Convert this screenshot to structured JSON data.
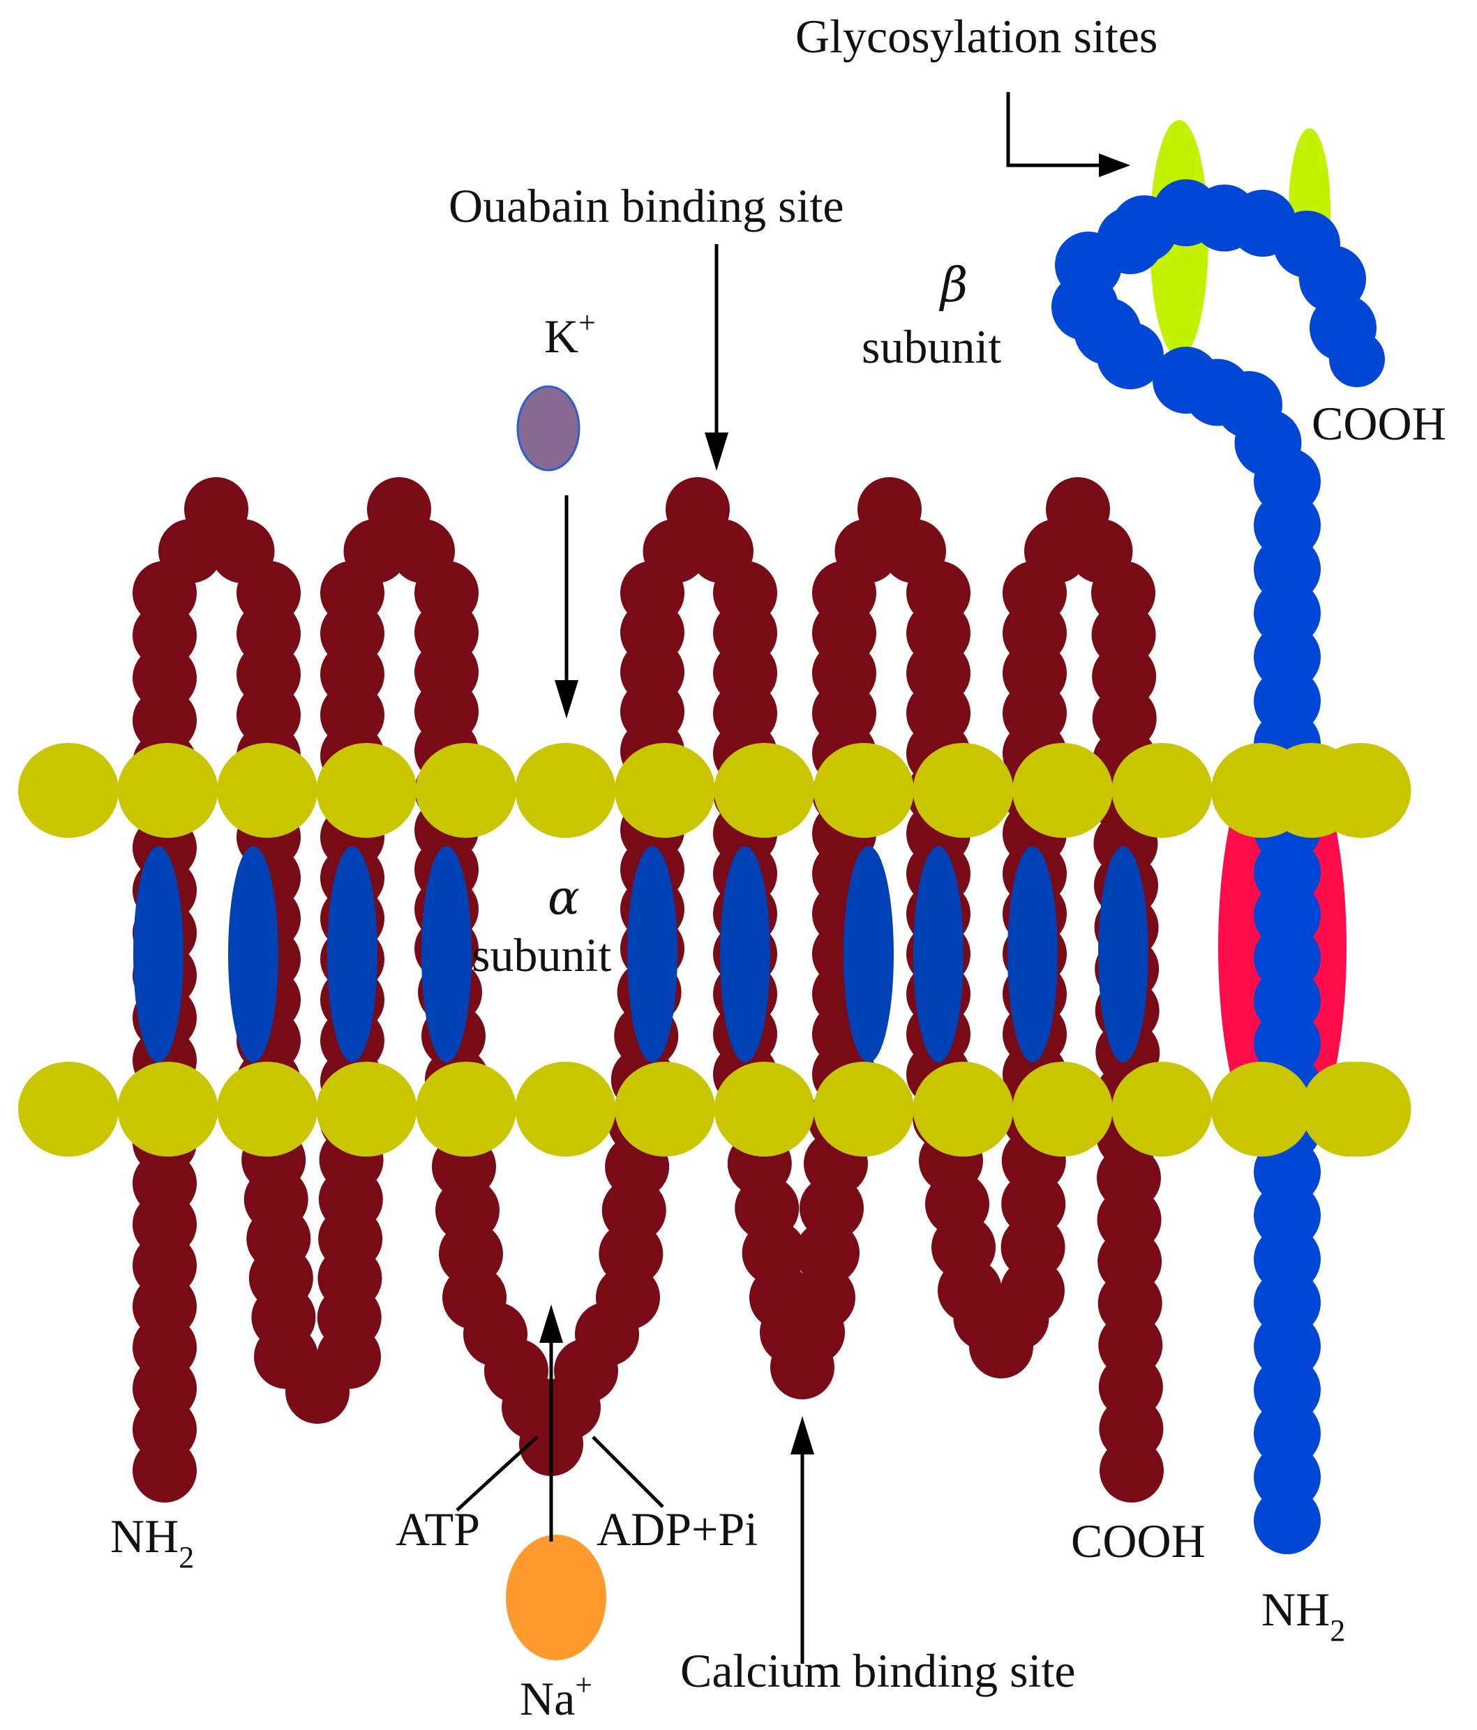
{
  "labels": {
    "glycosylation": "Glycosylation sites",
    "ouabain": "Ouabain binding site",
    "k_ion": "K",
    "k_charge": "+",
    "beta_symbol": "β",
    "beta_word": "subunit",
    "alpha_symbol": "α",
    "alpha_word": "subunit",
    "cooh_beta": "COOH",
    "cooh_alpha": "COOH",
    "nh2_left": "NH",
    "nh2_left_sub": "2",
    "nh2_right": "NH",
    "nh2_right_sub": "2",
    "atp": "ATP",
    "adp": "ADP+Pi",
    "na_ion": "Na",
    "na_charge": "+",
    "calcium": "Calcium binding site"
  },
  "colors": {
    "alpha_chain": "#780b16",
    "beta_chain": "#0047d6",
    "lipid_head": "#c9c600",
    "helix": "#0041b5",
    "beta_tm": "#ff0d4a",
    "glycan": "#c3f200",
    "k_ion": "#876a92",
    "na_ion": "#ff9b2e",
    "text": "#111111"
  }
}
